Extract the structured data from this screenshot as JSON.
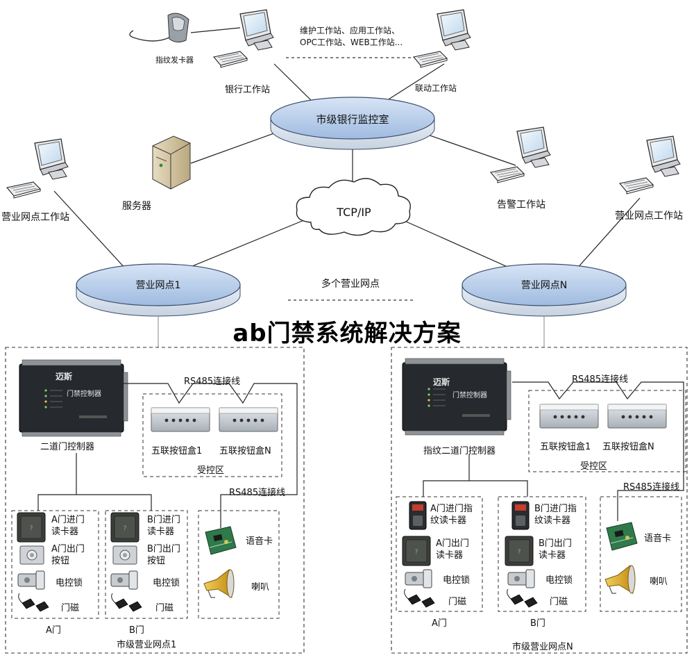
{
  "title": "ab门禁系统解决方案",
  "top": {
    "fingerprint_issuer": "指纹发卡器",
    "bank_workstation": "银行工作站",
    "workstations_note": "维护工作站、应用工作站、\nOPC工作站、WEB工作站...",
    "linkage_workstation": "联动工作站",
    "monitor_room": "市级银行监控室",
    "server": "服务器",
    "network": "TCP/IP",
    "alarm_workstation": "告警工作站",
    "branch_ws_left": "营业网点工作站",
    "branch_ws_right": "营业网点工作站",
    "branch_1": "营业网点1",
    "branch_n": "营业网点N",
    "multi_branch": "多个营业网点"
  },
  "left_site": {
    "controller_label": "二道门控制器",
    "controller_brand": "迈斯",
    "controller_name": "门禁控制器",
    "rs485_top": "RS485连接线",
    "button_box_1": "五联按钮盒1",
    "button_box_n": "五联按钮盒N",
    "controlled_zone": "受控区",
    "rs485_side": "RS485连接线",
    "door_a": {
      "reader_in": "A门进门\n读卡器",
      "exit_button": "A门出门\n按钮",
      "lock": "电控锁",
      "magnet": "门磁",
      "name": "A门"
    },
    "door_b": {
      "reader_in": "B门进门\n读卡器",
      "exit_button": "B门出门\n按钮",
      "lock": "电控锁",
      "magnet": "门磁",
      "name": "B门"
    },
    "voice_card": "语音卡",
    "speaker": "喇叭",
    "site_name": "市级营业网点1"
  },
  "right_site": {
    "controller_label": "指纹二道门控制器",
    "controller_brand": "迈斯",
    "controller_name": "门禁控制器",
    "rs485_top": "RS485连接线",
    "button_box_1": "五联按钮盒1",
    "button_box_n": "五联按钮盒N",
    "controlled_zone": "受控区",
    "rs485_side": "RS485连接线",
    "door_a": {
      "reader_in": "A门进门指\n纹读卡器",
      "reader_out": "A门出门\n读卡器",
      "lock": "电控锁",
      "magnet": "门磁",
      "name": "A门"
    },
    "door_b": {
      "reader_in": "B门进门指\n纹读卡器",
      "reader_out": "B门出门\n读卡器",
      "lock": "电控锁",
      "magnet": "门磁",
      "name": "B门"
    },
    "voice_card": "语音卡",
    "speaker": "喇叭",
    "site_name": "市级营业网点N"
  },
  "colors": {
    "disc_top": "#b9d0ec",
    "disc_side": "#dde6f1",
    "disc_edge": "#3a4d6b",
    "controller_body": "#26292e",
    "reader_body": "#3b3e3a",
    "board_green": "#2f7a4a"
  }
}
